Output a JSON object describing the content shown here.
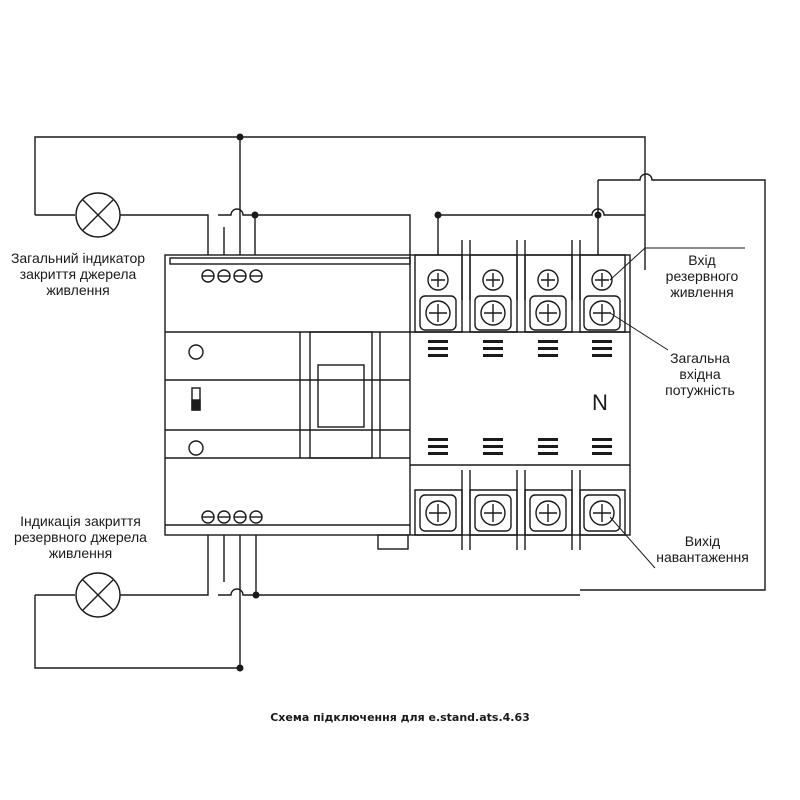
{
  "labels": {
    "main_indicator": "Загальний індикатор\nзакриття джерела\nживлення",
    "reserve_indicator": "Індикація закриття\nрезервного джерела\nживлення",
    "reserve_input": "Вхід\nрезервного\nживлення",
    "main_input": "Загальна\nвхідна\nпотужність",
    "load_output": "Вихід\nнавантаження"
  },
  "neutral_marking": "N",
  "caption": "Схема підключення для e.stand.ats.4.63"
}
